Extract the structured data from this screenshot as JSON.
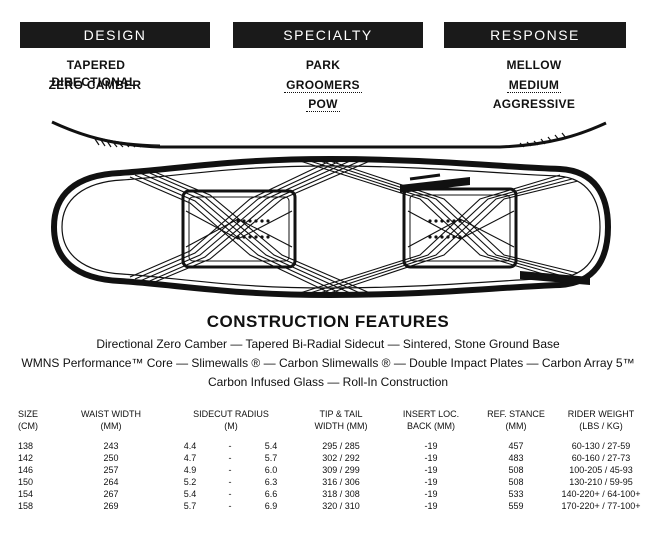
{
  "design": {
    "header": "DESIGN",
    "items": [
      {
        "label": "TAPERED DIRECTIONAL"
      },
      {
        "label": "ZERO CAMBER"
      }
    ]
  },
  "specialty": {
    "header": "SPECIALTY",
    "items": [
      {
        "label": "PARK"
      },
      {
        "label": "GROOMERS"
      },
      {
        "label": "POW"
      }
    ]
  },
  "response": {
    "header": "RESPONSE",
    "items": [
      {
        "label": "MELLOW"
      },
      {
        "label": "MEDIUM"
      },
      {
        "label": "AGGRESSIVE"
      }
    ]
  },
  "construction": {
    "title": "CONSTRUCTION FEATURES",
    "lines": [
      "Directional Zero Camber — Tapered Bi-Radial Sidecut — Sintered, Stone Ground Base",
      "WMNS Performance™ Core  — Slimewalls ® — Carbon Slimewalls ® — Double Impact Plates — Carbon Array 5™",
      "Carbon Infused Glass — Roll-In Construction"
    ]
  },
  "specs": {
    "headers": {
      "size": [
        "SIZE",
        "(CM)"
      ],
      "waist": [
        "WAIST WIDTH",
        "(MM)"
      ],
      "sidecut": [
        "SIDECUT RADIUS",
        "(M)"
      ],
      "tiptail": [
        "TIP & TAIL",
        "WIDTH (MM)"
      ],
      "insert": [
        "INSERT LOC.",
        "BACK (MM)"
      ],
      "stance": [
        "REF. STANCE",
        "(MM)"
      ],
      "rider": [
        "RIDER WEIGHT",
        "(LBS / KG)"
      ]
    },
    "rows": [
      {
        "size": "138",
        "waist": "243",
        "sc_min": "4.4",
        "sc_sep": "-",
        "sc_max": "5.4",
        "tiptail": "295 / 285",
        "insert": "-19",
        "stance": "457",
        "rider": "60-130 / 27-59"
      },
      {
        "size": "142",
        "waist": "250",
        "sc_min": "4.7",
        "sc_sep": "-",
        "sc_max": "5.7",
        "tiptail": "302 / 292",
        "insert": "-19",
        "stance": "483",
        "rider": "60-160 / 27-73"
      },
      {
        "size": "146",
        "waist": "257",
        "sc_min": "4.9",
        "sc_sep": "-",
        "sc_max": "6.0",
        "tiptail": "309 / 299",
        "insert": "-19",
        "stance": "508",
        "rider": "100-205 / 45-93"
      },
      {
        "size": "150",
        "waist": "264",
        "sc_min": "5.2",
        "sc_sep": "-",
        "sc_max": "6.3",
        "tiptail": "316 / 306",
        "insert": "-19",
        "stance": "508",
        "rider": "130-210 / 59-95"
      },
      {
        "size": "154",
        "waist": "267",
        "sc_min": "5.4",
        "sc_sep": "-",
        "sc_max": "6.6",
        "tiptail": "318 / 308",
        "insert": "-19",
        "stance": "533",
        "rider": "140-220+ / 64-100+"
      },
      {
        "size": "158",
        "waist": "269",
        "sc_min": "5.7",
        "sc_sep": "-",
        "sc_max": "6.9",
        "tiptail": "320 / 310",
        "insert": "-19",
        "stance": "559",
        "rider": "170-220+ / 77-100+"
      }
    ]
  },
  "colors": {
    "header_bg": "#1a1a1a",
    "ink": "#111111"
  }
}
